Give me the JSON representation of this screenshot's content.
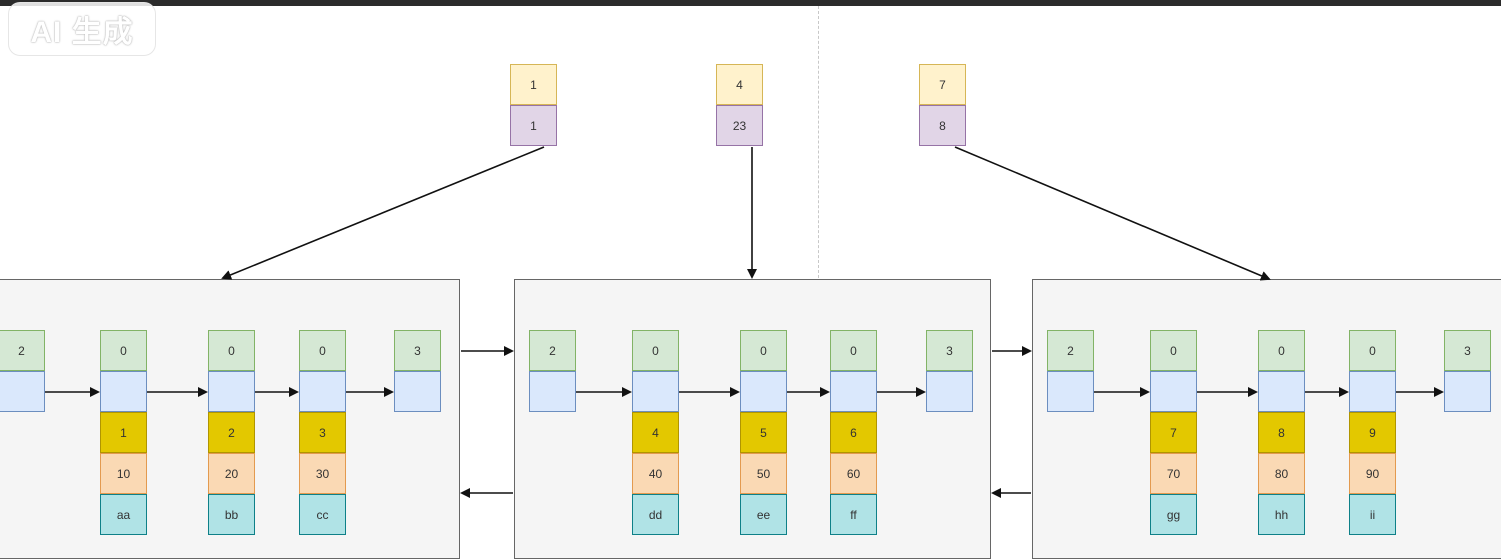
{
  "badge": "AI 生成",
  "index": [
    {
      "key": "1",
      "ptr": "1"
    },
    {
      "key": "4",
      "ptr": "23"
    },
    {
      "key": "7",
      "ptr": "8"
    }
  ],
  "pages": [
    {
      "header": "2",
      "trailer": "3",
      "records": [
        {
          "flag": "0",
          "c1": "1",
          "c2": "10",
          "c3": "aa"
        },
        {
          "flag": "0",
          "c1": "2",
          "c2": "20",
          "c3": "bb"
        },
        {
          "flag": "0",
          "c1": "3",
          "c2": "30",
          "c3": "cc"
        }
      ]
    },
    {
      "header": "2",
      "trailer": "3",
      "records": [
        {
          "flag": "0",
          "c1": "4",
          "c2": "40",
          "c3": "dd"
        },
        {
          "flag": "0",
          "c1": "5",
          "c2": "50",
          "c3": "ee"
        },
        {
          "flag": "0",
          "c1": "6",
          "c2": "60",
          "c3": "ff"
        }
      ]
    },
    {
      "header": "2",
      "trailer": "3",
      "records": [
        {
          "flag": "0",
          "c1": "7",
          "c2": "70",
          "c3": "gg"
        },
        {
          "flag": "0",
          "c1": "8",
          "c2": "80",
          "c3": "hh"
        },
        {
          "flag": "0",
          "c1": "9",
          "c2": "90",
          "c3": "ii"
        }
      ]
    }
  ]
}
